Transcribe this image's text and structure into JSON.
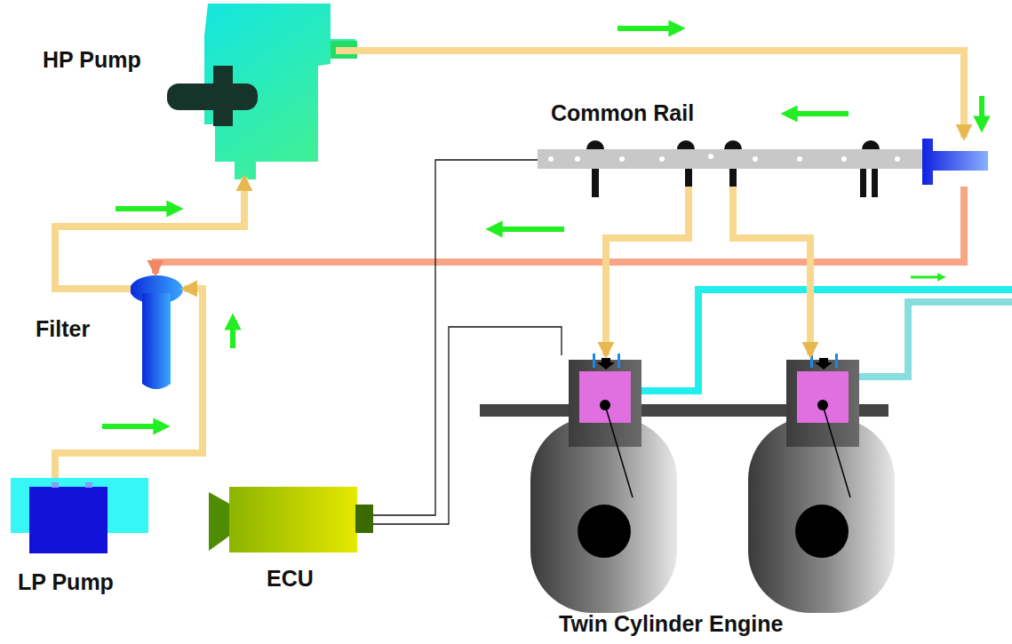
{
  "diagram": {
    "nodes": [
      {
        "text": [
          "HP Pump"
        ]
      },
      {
        "text": [
          "Common Rail"
        ]
      },
      {
        "text": [
          "Filter"
        ]
      },
      {
        "text": [
          "LP Pump"
        ]
      },
      {
        "text": [
          "ECU"
        ]
      },
      {
        "text": [
          "Twin Cylinder Engine"
        ]
      }
    ],
    "edges": [
      {
        "from": 3,
        "to": 2,
        "arrow": "to"
      },
      {
        "from": 2,
        "to": 0,
        "arrow": "to"
      },
      {
        "from": 0,
        "to": 1,
        "arrow": "to"
      },
      {
        "from": 1,
        "to": 2,
        "arrow": "to"
      },
      {
        "from": 1,
        "to": 5,
        "arrow": "to"
      },
      {
        "from": 1,
        "to": 5,
        "arrow": "to"
      },
      {
        "from": 4,
        "to": 1,
        "arrow": "none"
      },
      {
        "from": 4,
        "to": 5,
        "arrow": "none"
      }
    ]
  }
}
